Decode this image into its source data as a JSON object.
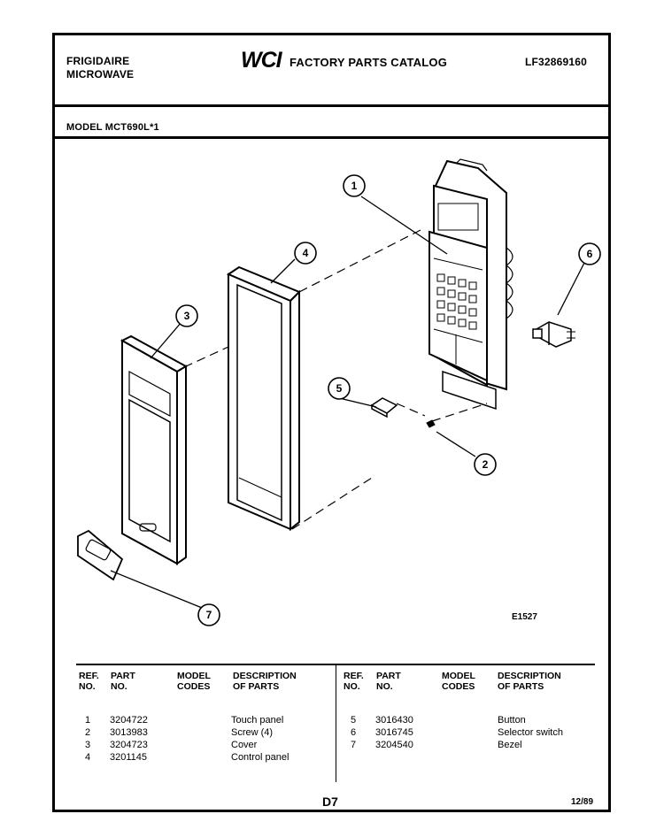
{
  "header": {
    "brand_line1": "FRIGIDAIRE",
    "brand_line2": "MICROWAVE",
    "logo_text": "WCI",
    "catalog_title": "FACTORY PARTS CATALOG",
    "catalog_number": "LF32869160"
  },
  "model": "MODEL MCT690L*1",
  "diagram": {
    "callouts": [
      "1",
      "2",
      "3",
      "4",
      "5",
      "6",
      "7"
    ],
    "figure_code": "E1527"
  },
  "table": {
    "headers": {
      "ref": [
        "REF.",
        "NO."
      ],
      "part": [
        "PART",
        "NO."
      ],
      "model": [
        "MODEL",
        "CODES"
      ],
      "desc": [
        "DESCRIPTION",
        "OF PARTS"
      ]
    },
    "left_rows": [
      {
        "ref": "1",
        "part": "3204722",
        "codes": "",
        "desc": "Touch panel"
      },
      {
        "ref": "2",
        "part": "3013983",
        "codes": "",
        "desc": "Screw (4)"
      },
      {
        "ref": "3",
        "part": "3204723",
        "codes": "",
        "desc": "Cover"
      },
      {
        "ref": "4",
        "part": "3201145",
        "codes": "",
        "desc": "Control panel"
      }
    ],
    "right_rows": [
      {
        "ref": "5",
        "part": "3016430",
        "codes": "",
        "desc": "Button"
      },
      {
        "ref": "6",
        "part": "3016745",
        "codes": "",
        "desc": "Selector switch"
      },
      {
        "ref": "7",
        "part": "3204540",
        "codes": "",
        "desc": "Bezel"
      }
    ]
  },
  "footer": {
    "page_id": "D7",
    "date": "12/89"
  }
}
